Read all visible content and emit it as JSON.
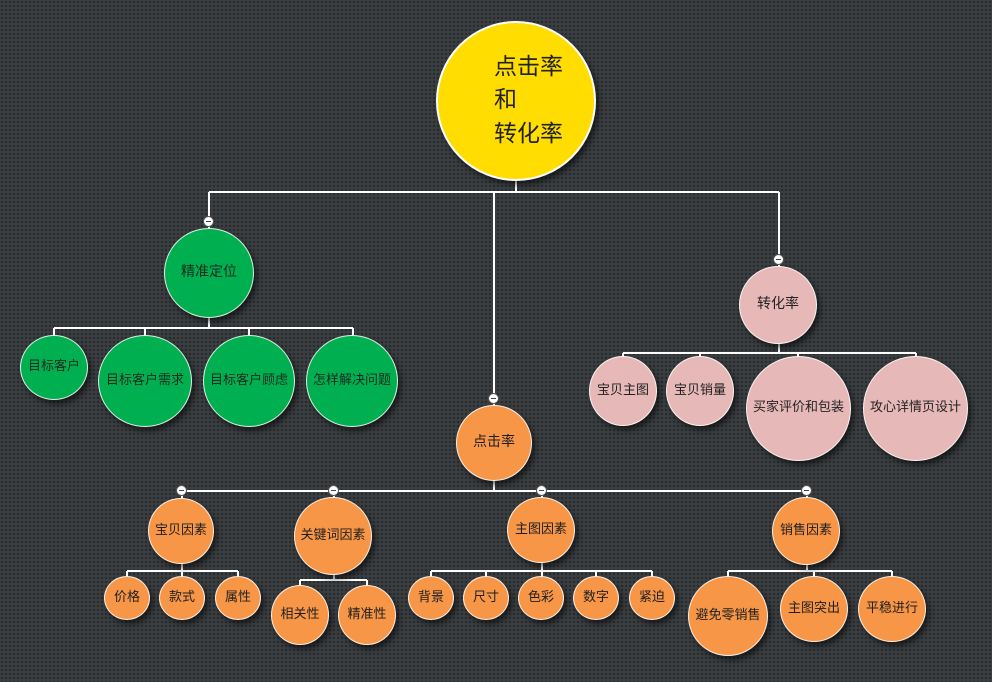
{
  "root": {
    "label": "点击率和转化率",
    "line1": "点击率和",
    "line2": "转化率"
  },
  "positioning": {
    "label": "精准定位",
    "children": [
      "目标客户",
      "目标客户需求",
      "目标客户顾虑",
      "怎样解决问题"
    ]
  },
  "ctr": {
    "label": "点击率",
    "groups": [
      {
        "label": "宝贝因素",
        "children": [
          "价格",
          "款式",
          "属性"
        ]
      },
      {
        "label": "关键词因素",
        "children": [
          "相关性",
          "精准性"
        ]
      },
      {
        "label": "主图因素",
        "children": [
          "背景",
          "尺寸",
          "色彩",
          "数字",
          "紧迫"
        ]
      },
      {
        "label": "销售因素",
        "children": [
          "避免零销售",
          "主图突出",
          "平稳进行"
        ]
      }
    ]
  },
  "conversion": {
    "label": "转化率",
    "children": [
      "宝贝主图",
      "宝贝销量",
      "买家评价和包装",
      "攻心详情页设计"
    ]
  },
  "colors": {
    "background": "#3a3e41",
    "root": "#ffdd00",
    "positioning": "#00b050",
    "ctr": "#f79646",
    "conversion": "#e6b8b7",
    "connector": "#ffffff"
  }
}
